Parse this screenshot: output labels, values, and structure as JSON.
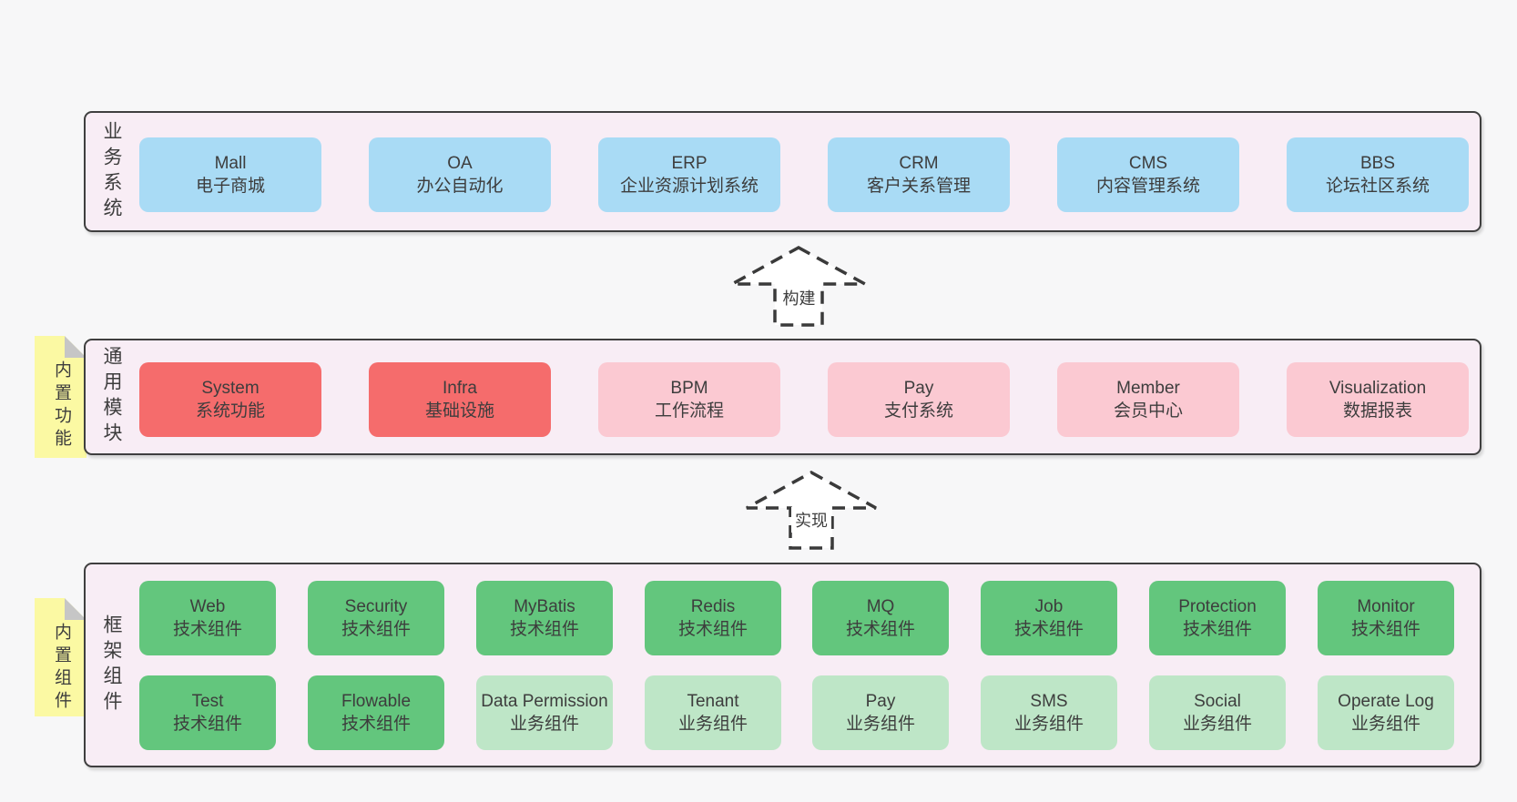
{
  "colors": {
    "page_background": "#f7f7f8",
    "layer_background": "#f8edf5",
    "layer_border": "#3f3f3f",
    "business_box": "#a9dbf5",
    "core_module_box": "#f56c6c",
    "module_box": "#fbc9d2",
    "tech_component_box": "#63c67d",
    "biz_component_box": "#bee6c7",
    "sticky_note": "#fbf9a3",
    "note_fold": "#c6c6c6",
    "text": "#3d3d3d"
  },
  "arrows": [
    {
      "label": "构建"
    },
    {
      "label": "实现"
    }
  ],
  "layers": [
    {
      "label": "业务系统",
      "boxes": [
        {
          "name": "Mall",
          "desc": "电子商城"
        },
        {
          "name": "OA",
          "desc": "办公自动化"
        },
        {
          "name": "ERP",
          "desc": "企业资源计划系统"
        },
        {
          "name": "CRM",
          "desc": "客户关系管理"
        },
        {
          "name": "CMS",
          "desc": "内容管理系统"
        },
        {
          "name": "BBS",
          "desc": "论坛社区系统"
        }
      ]
    },
    {
      "label": "通用模块",
      "note": "内置功能",
      "boxes": [
        {
          "name": "System",
          "desc": "系统功能",
          "variant": "core"
        },
        {
          "name": "Infra",
          "desc": "基础设施",
          "variant": "core"
        },
        {
          "name": "BPM",
          "desc": "工作流程",
          "variant": "module"
        },
        {
          "name": "Pay",
          "desc": "支付系统",
          "variant": "module"
        },
        {
          "name": "Member",
          "desc": "会员中心",
          "variant": "module"
        },
        {
          "name": "Visualization",
          "desc": "数据报表",
          "variant": "module"
        }
      ]
    },
    {
      "label": "框架组件",
      "note": "内置组件",
      "rows": [
        [
          {
            "name": "Web",
            "desc": "技术组件",
            "variant": "tech"
          },
          {
            "name": "Security",
            "desc": "技术组件",
            "variant": "tech"
          },
          {
            "name": "MyBatis",
            "desc": "技术组件",
            "variant": "tech"
          },
          {
            "name": "Redis",
            "desc": "技术组件",
            "variant": "tech"
          },
          {
            "name": "MQ",
            "desc": "技术组件",
            "variant": "tech"
          },
          {
            "name": "Job",
            "desc": "技术组件",
            "variant": "tech"
          },
          {
            "name": "Protection",
            "desc": "技术组件",
            "variant": "tech"
          },
          {
            "name": "Monitor",
            "desc": "技术组件",
            "variant": "tech"
          }
        ],
        [
          {
            "name": "Test",
            "desc": "技术组件",
            "variant": "tech"
          },
          {
            "name": "Flowable",
            "desc": "技术组件",
            "variant": "tech"
          },
          {
            "name": "Data Permission",
            "desc": "业务组件",
            "variant": "biz"
          },
          {
            "name": "Tenant",
            "desc": "业务组件",
            "variant": "biz"
          },
          {
            "name": "Pay",
            "desc": "业务组件",
            "variant": "biz"
          },
          {
            "name": "SMS",
            "desc": "业务组件",
            "variant": "biz"
          },
          {
            "name": "Social",
            "desc": "业务组件",
            "variant": "biz"
          },
          {
            "name": "Operate Log",
            "desc": "业务组件",
            "variant": "biz"
          }
        ]
      ]
    }
  ]
}
